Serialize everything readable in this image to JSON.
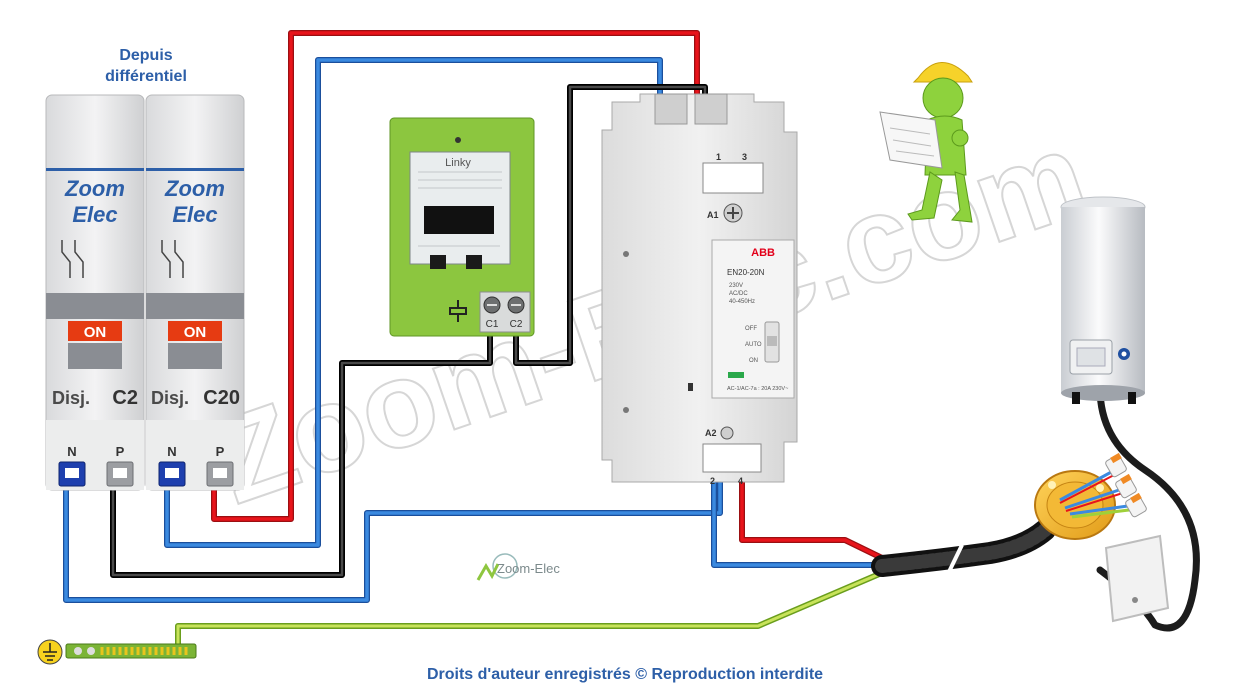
{
  "header": {
    "source_line1": "Depuis",
    "source_line2": "différentiel"
  },
  "breakers": [
    {
      "brand_line1": "Zoom",
      "brand_line2": "Elec",
      "state": "ON",
      "prefix": "Disj.",
      "rating": "C2",
      "terminal_n": "N",
      "terminal_p": "P"
    },
    {
      "brand_line1": "Zoom",
      "brand_line2": "Elec",
      "state": "ON",
      "prefix": "Disj.",
      "rating": "C20",
      "terminal_n": "N",
      "terminal_p": "P"
    }
  ],
  "meter": {
    "brand": "Linky",
    "terminal_c1": "C1",
    "terminal_c2": "C2"
  },
  "contactor": {
    "brand": "ABB",
    "model": "EN20-20N",
    "spec_voltage": "230V",
    "spec_type": "AC/DC",
    "spec_freq": "40-450Hz",
    "mode_off": "OFF",
    "mode_auto": "AUTO",
    "mode_on": "ON",
    "rating_line": "AC-1/AC-7a : 20A 230V~",
    "terminal_1": "1",
    "terminal_3": "3",
    "terminal_2": "2",
    "terminal_4": "4",
    "coil_a1": "A1",
    "coil_a2": "A2"
  },
  "watermark": "Zoom-Elec.com",
  "small_logo": "Zoom-Elec",
  "footer": {
    "copyright": "Droits d'auteur enregistrés © Reproduction interdite"
  },
  "colors": {
    "phase": "#e8141b",
    "neutral": "#2f7fd8",
    "control": "#2a2a2a",
    "earth": "#9fd039",
    "brand": "#2d5fa8",
    "meter": "#8cc63f"
  }
}
